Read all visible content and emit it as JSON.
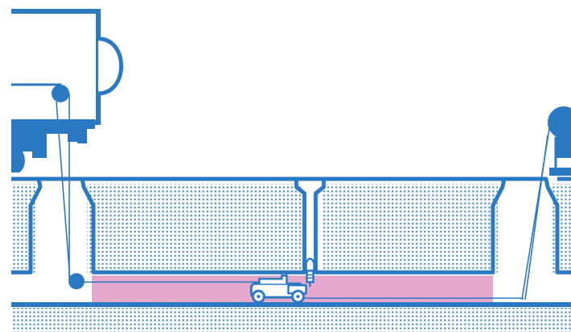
{
  "diagram": {
    "kind": "sewer-pipe-inspection-illustration",
    "palette": {
      "outline": "#2b79c2",
      "fill_blue": "#2b79c2",
      "dots": "#2b79c2",
      "pipe_fill": "#e4a8cc",
      "background": "#ffffff"
    },
    "components": {
      "vehicle": "truck-with-cable-reel",
      "manholes": [
        "left-manhole",
        "center-lateral",
        "right-manhole"
      ],
      "winch": "right-winch",
      "crawler": "inspection-crawler-robot",
      "camera": "camera-head"
    }
  }
}
